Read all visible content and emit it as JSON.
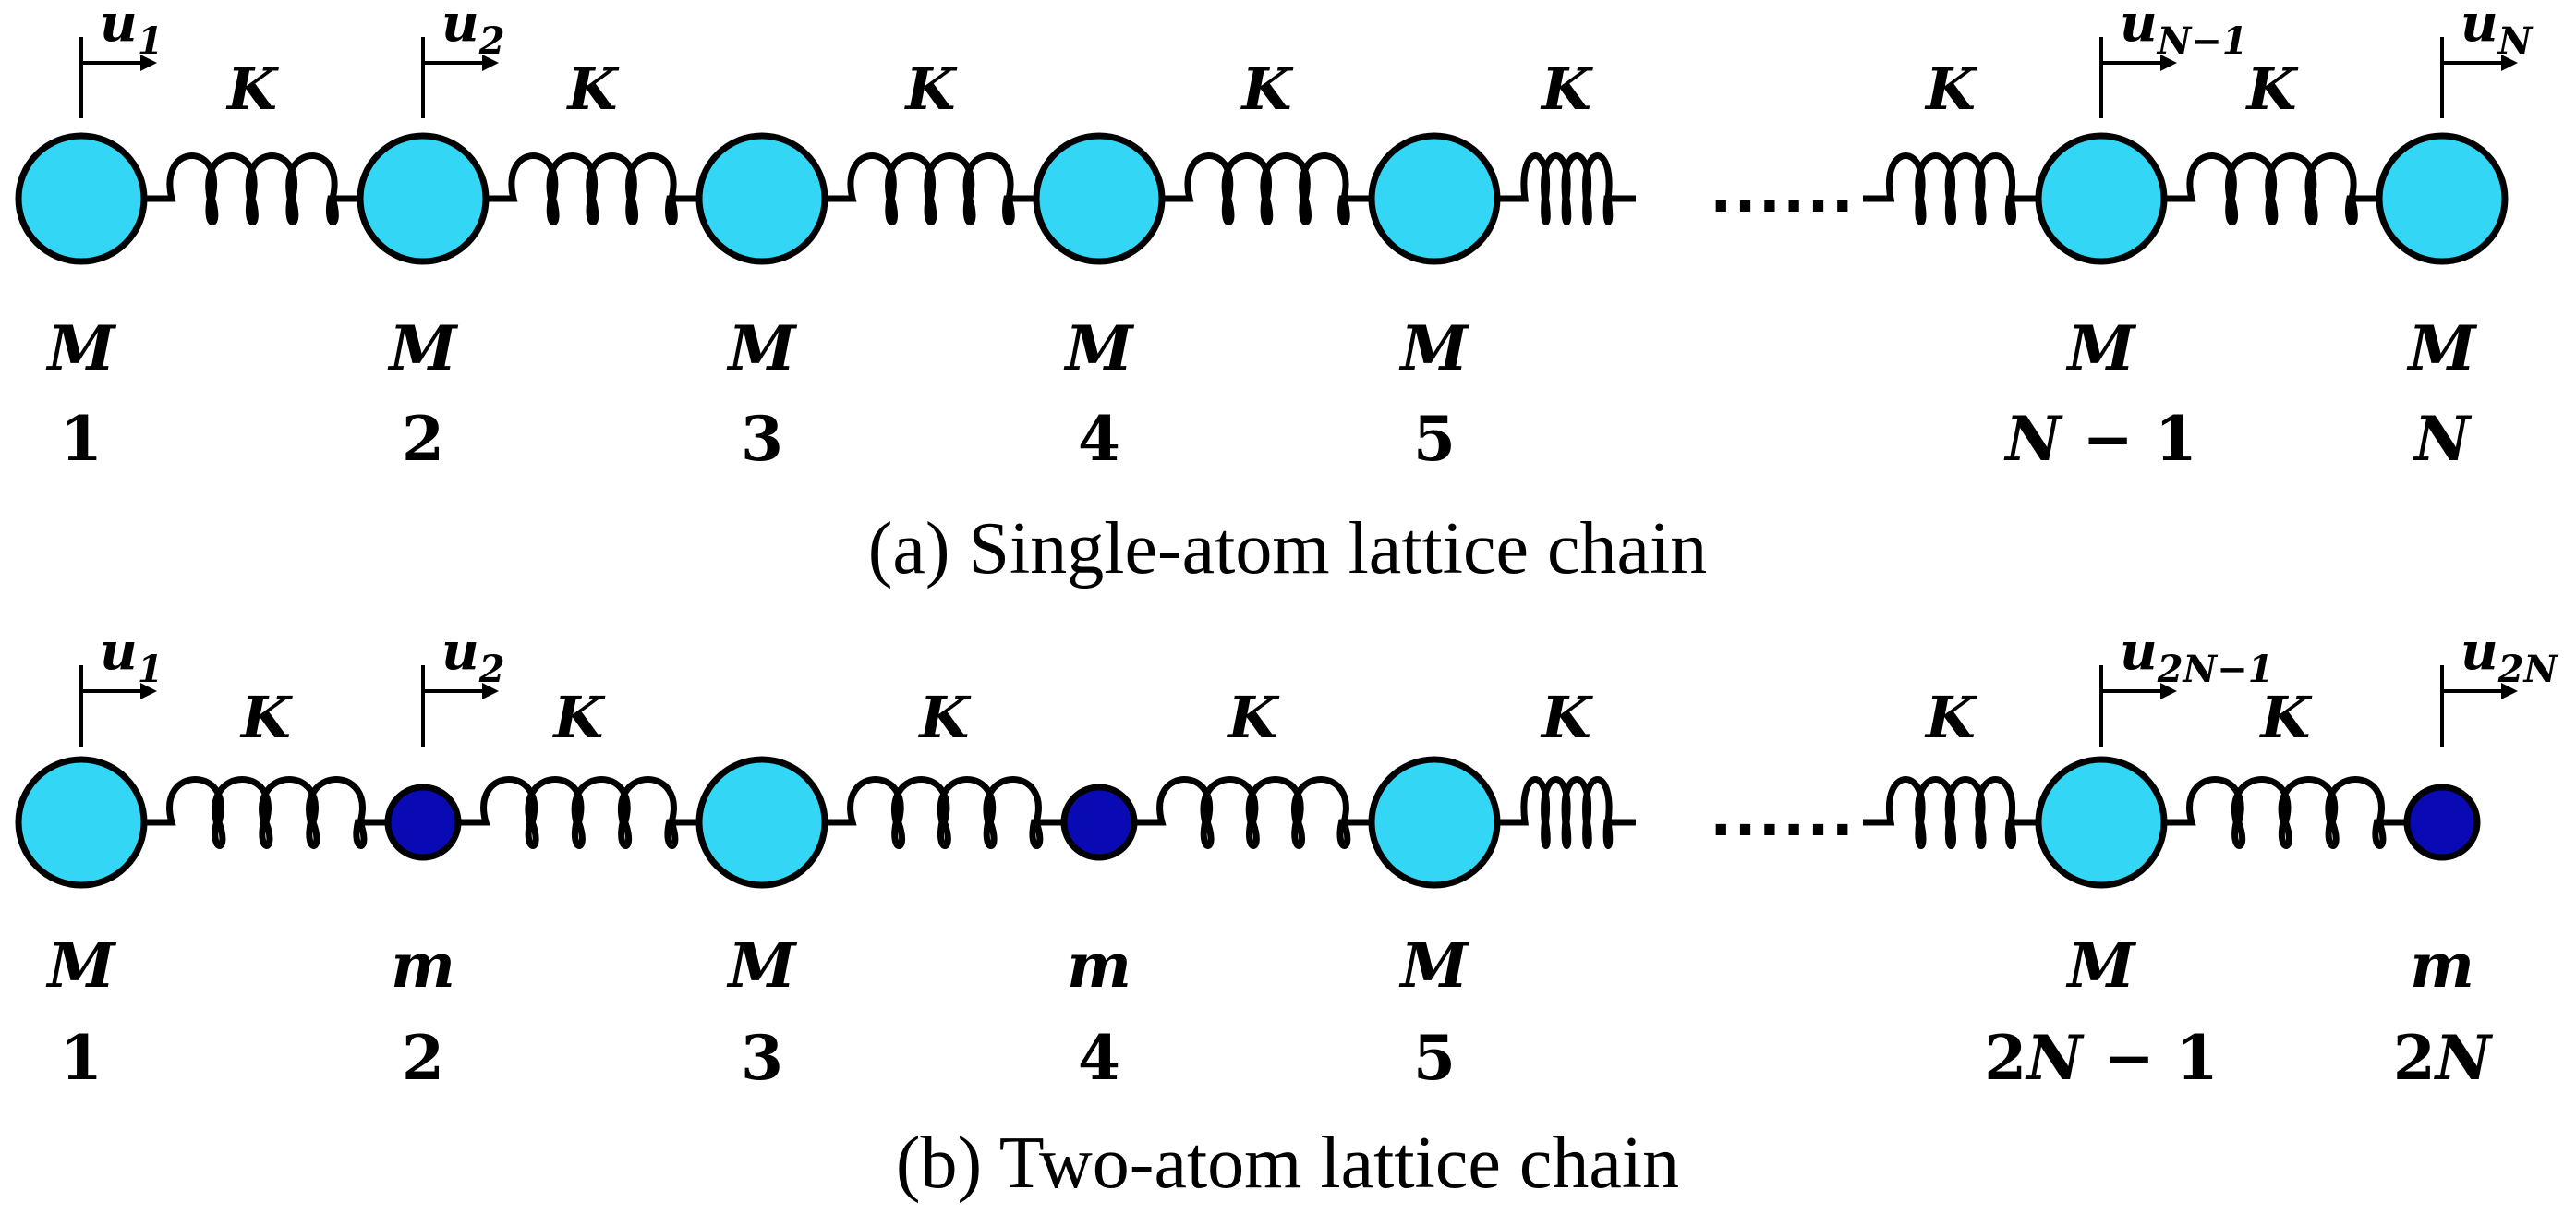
{
  "panel_a": {
    "caption": "(a) Single-atom lattice chain",
    "spring_label": "K",
    "ellipsis": "......",
    "atoms": [
      {
        "mass": "M",
        "index": "1",
        "type": "large"
      },
      {
        "mass": "M",
        "index": "2",
        "type": "large"
      },
      {
        "mass": "M",
        "index": "3",
        "type": "large"
      },
      {
        "mass": "M",
        "index": "4",
        "type": "large"
      },
      {
        "mass": "M",
        "index": "5",
        "type": "large"
      },
      {
        "mass": "M",
        "index": "N − 1",
        "type": "large"
      },
      {
        "mass": "M",
        "index": "N",
        "type": "large"
      }
    ],
    "displacements": [
      {
        "base": "u",
        "sub": "1",
        "atom": 0
      },
      {
        "base": "u",
        "sub": "2",
        "atom": 1
      },
      {
        "base": "u",
        "sub": "N−1",
        "atom": 5
      },
      {
        "base": "u",
        "sub": "N",
        "atom": 6
      }
    ]
  },
  "panel_b": {
    "caption": "(b) Two-atom lattice chain",
    "spring_label": "K",
    "ellipsis": "......",
    "atoms": [
      {
        "mass": "M",
        "index": "1",
        "type": "large"
      },
      {
        "mass": "m",
        "index": "2",
        "type": "small"
      },
      {
        "mass": "M",
        "index": "3",
        "type": "large"
      },
      {
        "mass": "m",
        "index": "4",
        "type": "small"
      },
      {
        "mass": "M",
        "index": "5",
        "type": "large"
      },
      {
        "mass": "M",
        "index": "2N − 1",
        "type": "large"
      },
      {
        "mass": "m",
        "index": "2N",
        "type": "small"
      }
    ],
    "displacements": [
      {
        "base": "u",
        "sub": "1",
        "atom": 0
      },
      {
        "base": "u",
        "sub": "2",
        "atom": 1
      },
      {
        "base": "u",
        "sub": "2N−1",
        "atom": 5
      },
      {
        "base": "u",
        "sub": "2N",
        "atom": 6
      }
    ]
  },
  "colors": {
    "large_atom": "#33d6f5",
    "small_atom": "#0a0ab4",
    "stroke": "#000000"
  }
}
